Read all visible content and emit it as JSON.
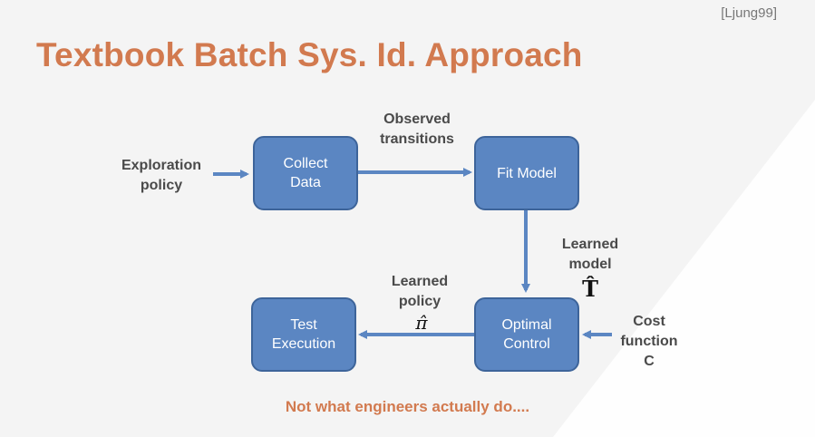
{
  "citation": "[Ljung99]",
  "title": "Textbook Batch Sys. Id. Approach",
  "boxes": {
    "collect": "Collect\nData",
    "fit": "Fit Model",
    "optimal": "Optimal\nControl",
    "test": "Test\nExecution"
  },
  "labels": {
    "exploration": "Exploration\npolicy",
    "observed": "Observed\ntransitions",
    "learned_model": "Learned\nmodel",
    "learned_model_symbol": "T̂",
    "learned_policy": "Learned\npolicy",
    "learned_policy_symbol": "π̂",
    "cost": "Cost\nfunction\nC"
  },
  "footer": "Not what engineers actually do....",
  "colors": {
    "title": "#d27a4f",
    "box_fill": "#5b86c2",
    "box_border": "#3d649a",
    "arrow": "#5b86c2"
  }
}
